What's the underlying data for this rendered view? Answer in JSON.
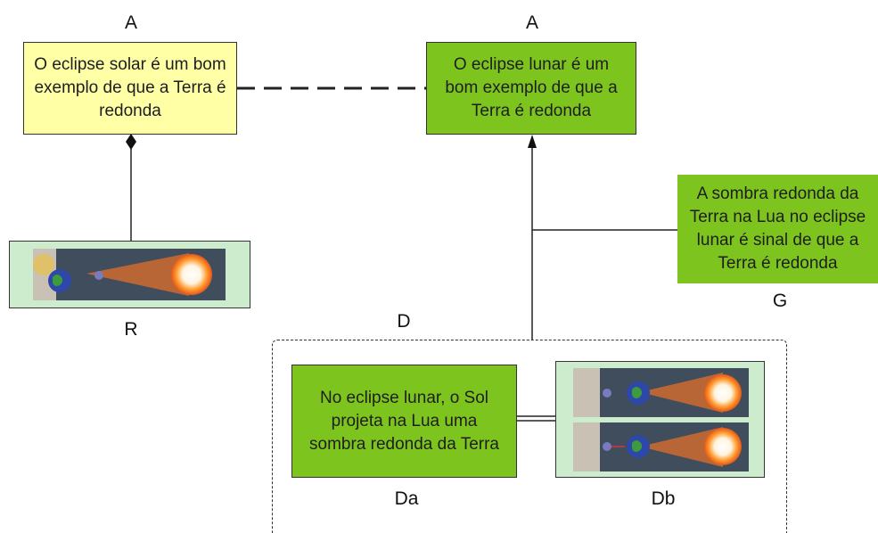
{
  "labels": {
    "a_left": "A",
    "a_right": "A",
    "r": "R",
    "g": "G",
    "d": "D",
    "da": "Da",
    "db": "Db"
  },
  "boxes": {
    "solar": "O eclipse solar é um bom exemplo de que a Terra é redonda",
    "lunar": "O eclipse lunar é um bom exemplo de que a Terra é redonda",
    "sombra": "A sombra redonda da Terra na Lua no eclipse lunar é sinal de que a Terra é redonda",
    "projeta": "No eclipse lunar, o Sol projeta na Lua uma sombra redonda da Terra"
  },
  "colors": {
    "yellow": "#ffffa6",
    "green": "#7ec41f",
    "photo_frame": "#cdeccd"
  },
  "icons": {
    "diamond": "filled-diamond-icon",
    "arrow": "arrowhead-icon"
  }
}
